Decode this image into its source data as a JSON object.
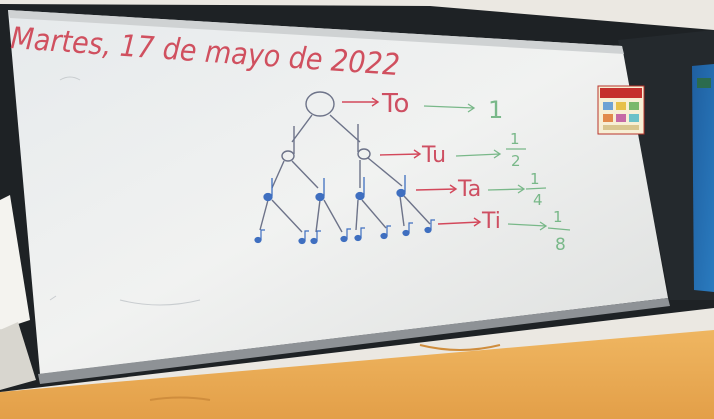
{
  "board": {
    "date": "Martes, 17 de mayo de 2022",
    "rows": [
      {
        "syllable": "To",
        "value": "1"
      },
      {
        "syllable": "Tu",
        "numerator": "1",
        "denominator": "2"
      },
      {
        "syllable": "Ta",
        "numerator": "1",
        "denominator": "4"
      },
      {
        "syllable": "Ti",
        "numerator": "1",
        "denominator": "8"
      }
    ]
  },
  "colors": {
    "date_ink": "#d0505f",
    "arrow_red": "#d3485b",
    "syllable_ink": "#ce4f62",
    "value_green": "#79b889",
    "tree_ink": "#6d7389",
    "note_blue": "#3f6fc0",
    "wall": "#e7ab56",
    "frame": "#1e2225"
  }
}
